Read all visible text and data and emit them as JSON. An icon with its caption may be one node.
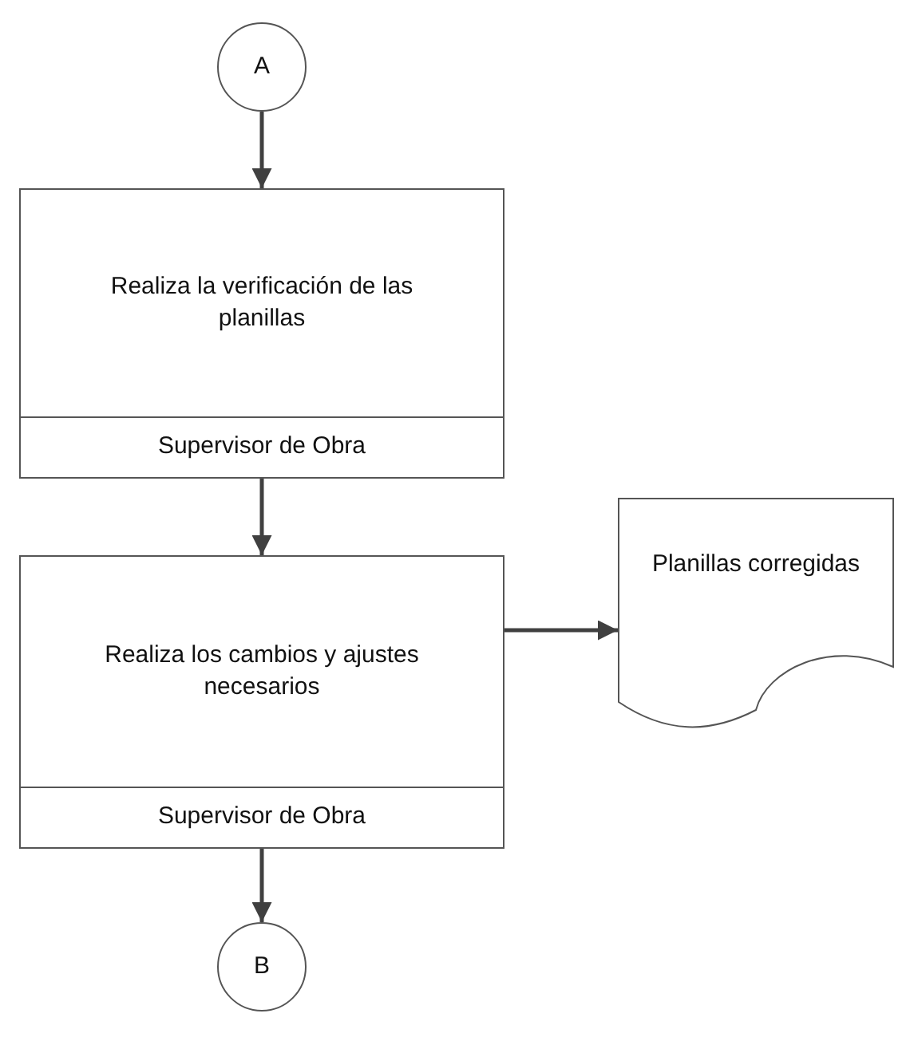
{
  "diagram": {
    "nodes": [
      {
        "text": [
          "A"
        ]
      },
      {
        "text": [
          "Realiza la verificación de las planillas",
          "Supervisor de Obra"
        ]
      },
      {
        "text": [
          "Realiza los cambios y ajustes necesarios",
          "Supervisor de Obra"
        ]
      },
      {
        "text": [
          "Planillas corregidas"
        ]
      },
      {
        "text": [
          "B"
        ]
      }
    ],
    "edges": [
      {
        "from": 0,
        "to": 1,
        "arrow": "to"
      },
      {
        "from": 1,
        "to": 2,
        "arrow": "to"
      },
      {
        "from": 2,
        "to": 3,
        "arrow": "to"
      },
      {
        "from": 2,
        "to": 4,
        "arrow": "to"
      }
    ]
  }
}
